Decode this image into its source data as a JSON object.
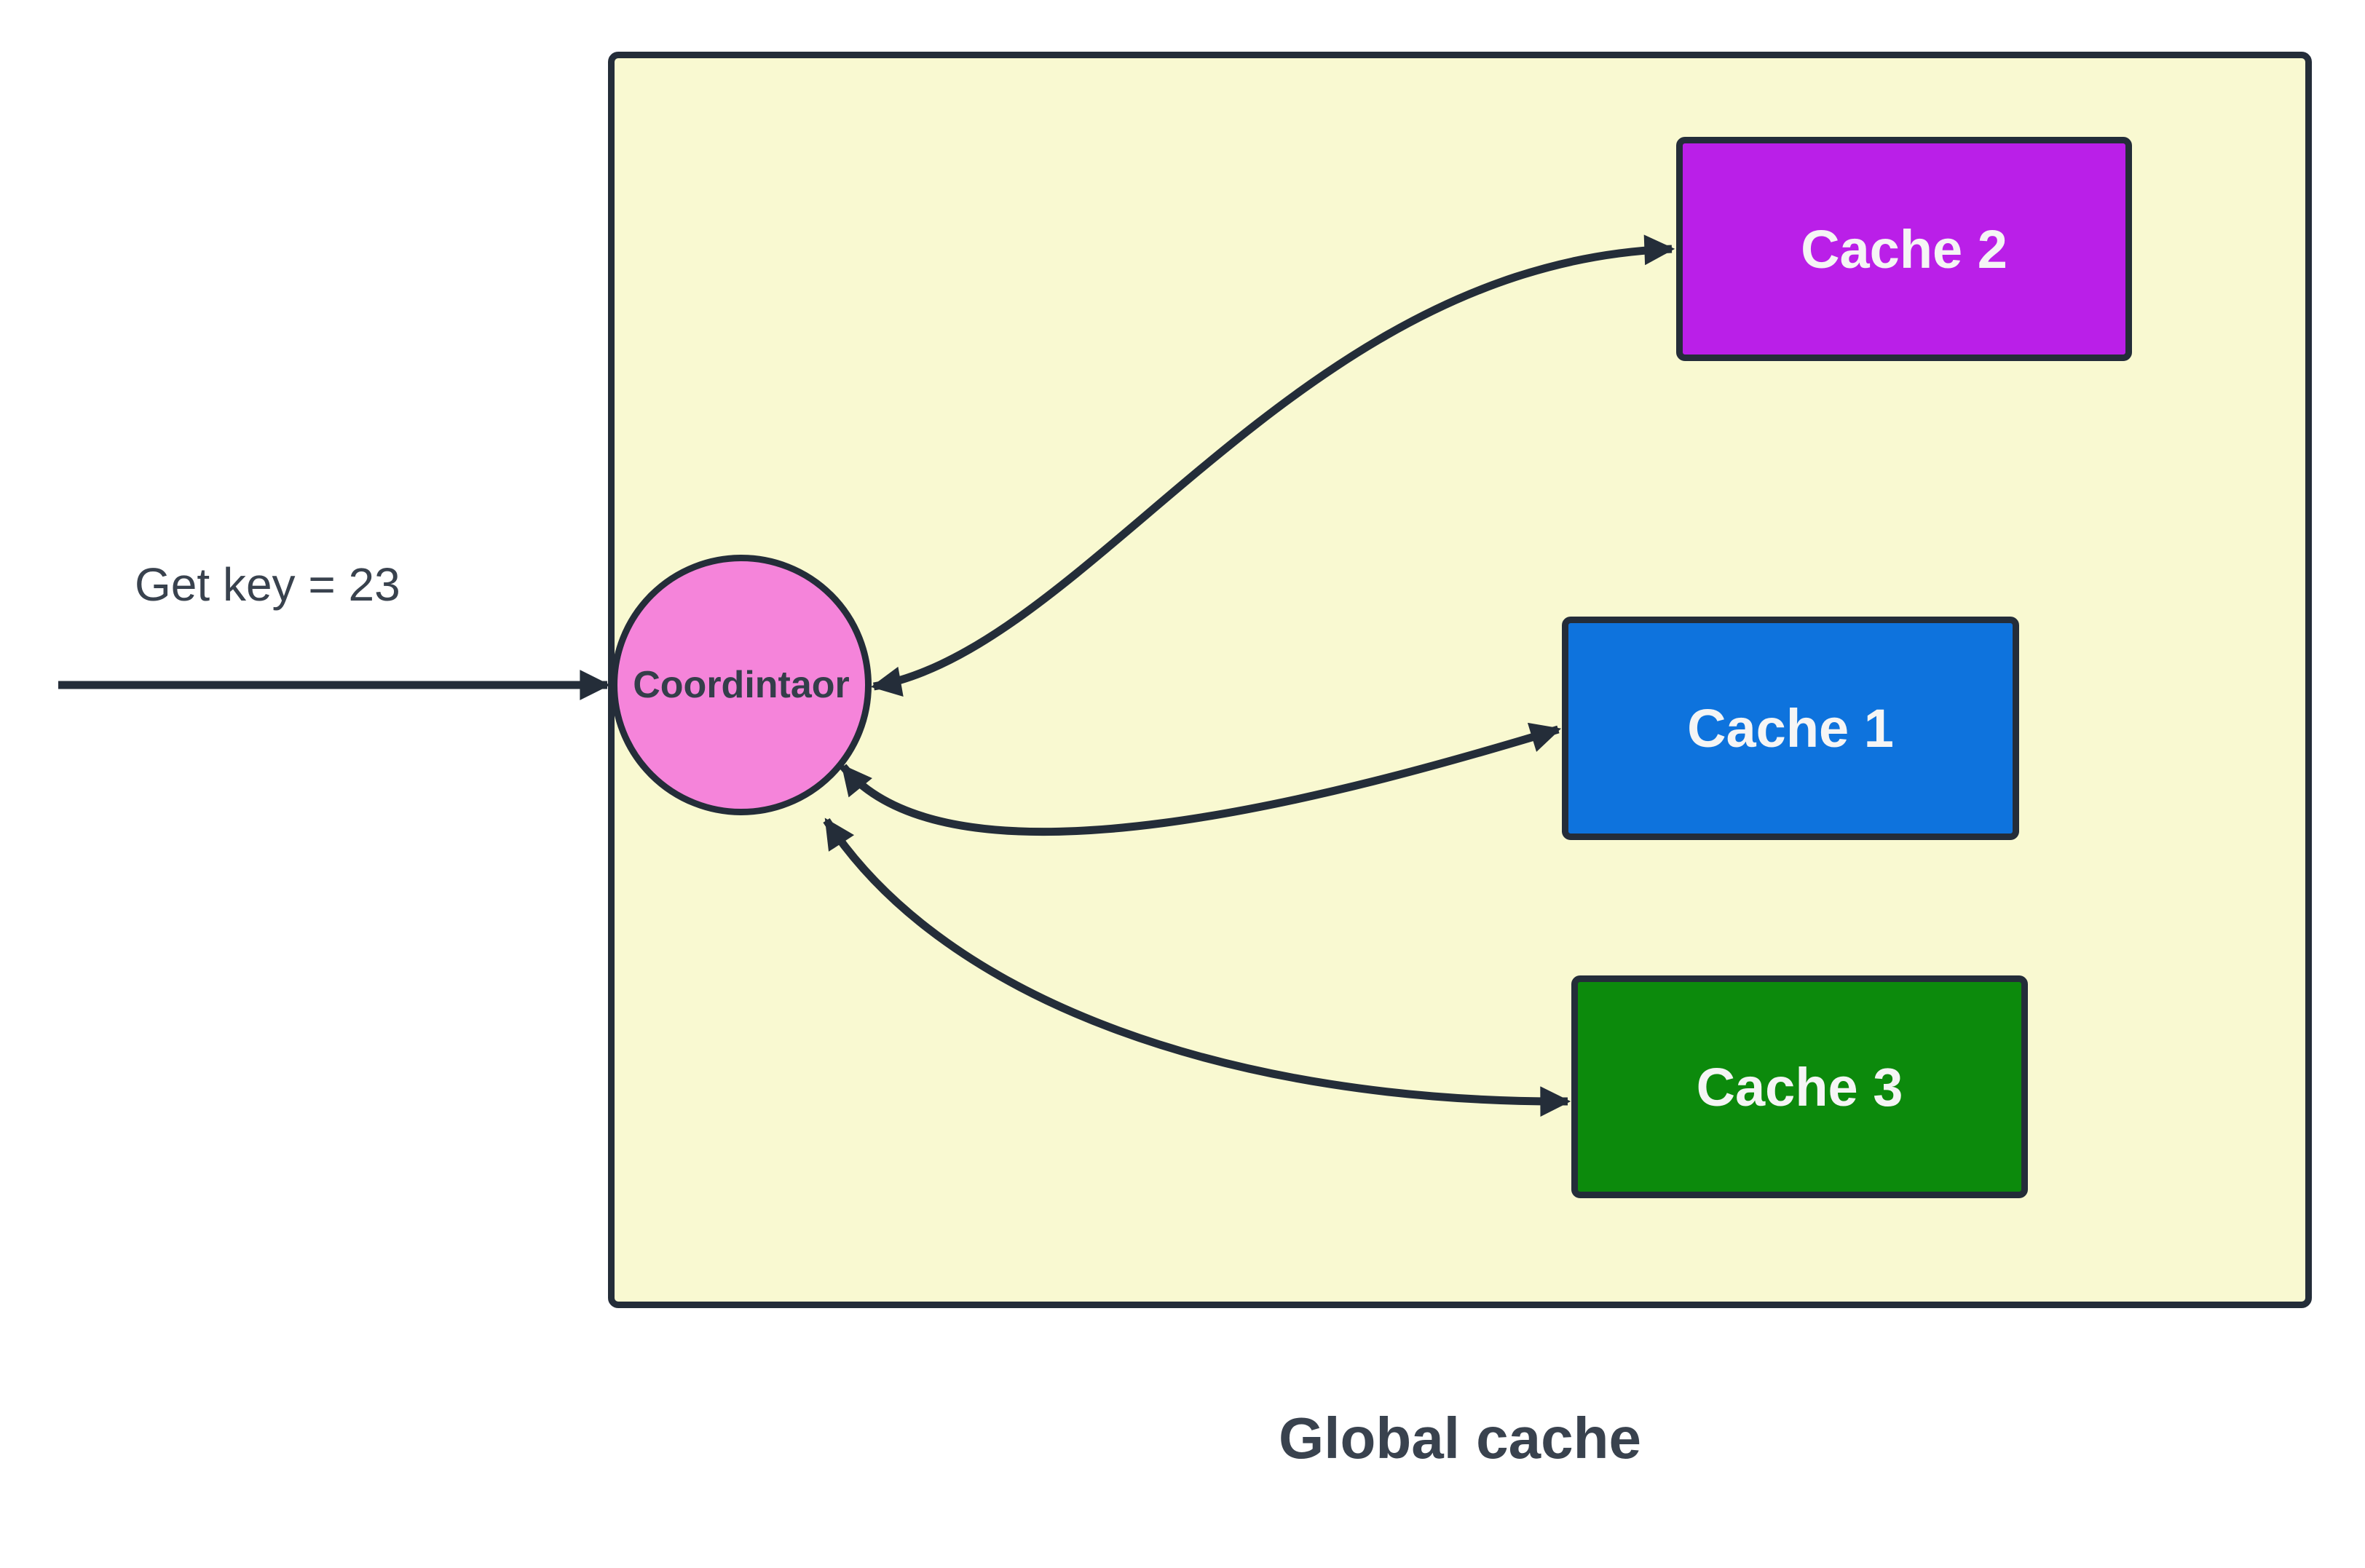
{
  "request": {
    "label": "Get key = 23"
  },
  "coordinator": {
    "label": "Coordintaor",
    "fill": "#f584da"
  },
  "global_cache_box": {
    "title": "Global cache",
    "fill": "#f9f9d1",
    "border": "#242d39"
  },
  "caches": [
    {
      "label": "Cache 2",
      "fill": "#ba1fe8"
    },
    {
      "label": "Cache 1",
      "fill": "#0e73dd"
    },
    {
      "label": "Cache 3",
      "fill": "#0c8a0c"
    }
  ],
  "colors": {
    "arrow_stroke": "#242d39",
    "text_dark": "#39424e",
    "text_light": "#f5f5f5",
    "page_background": "#ffffff"
  }
}
